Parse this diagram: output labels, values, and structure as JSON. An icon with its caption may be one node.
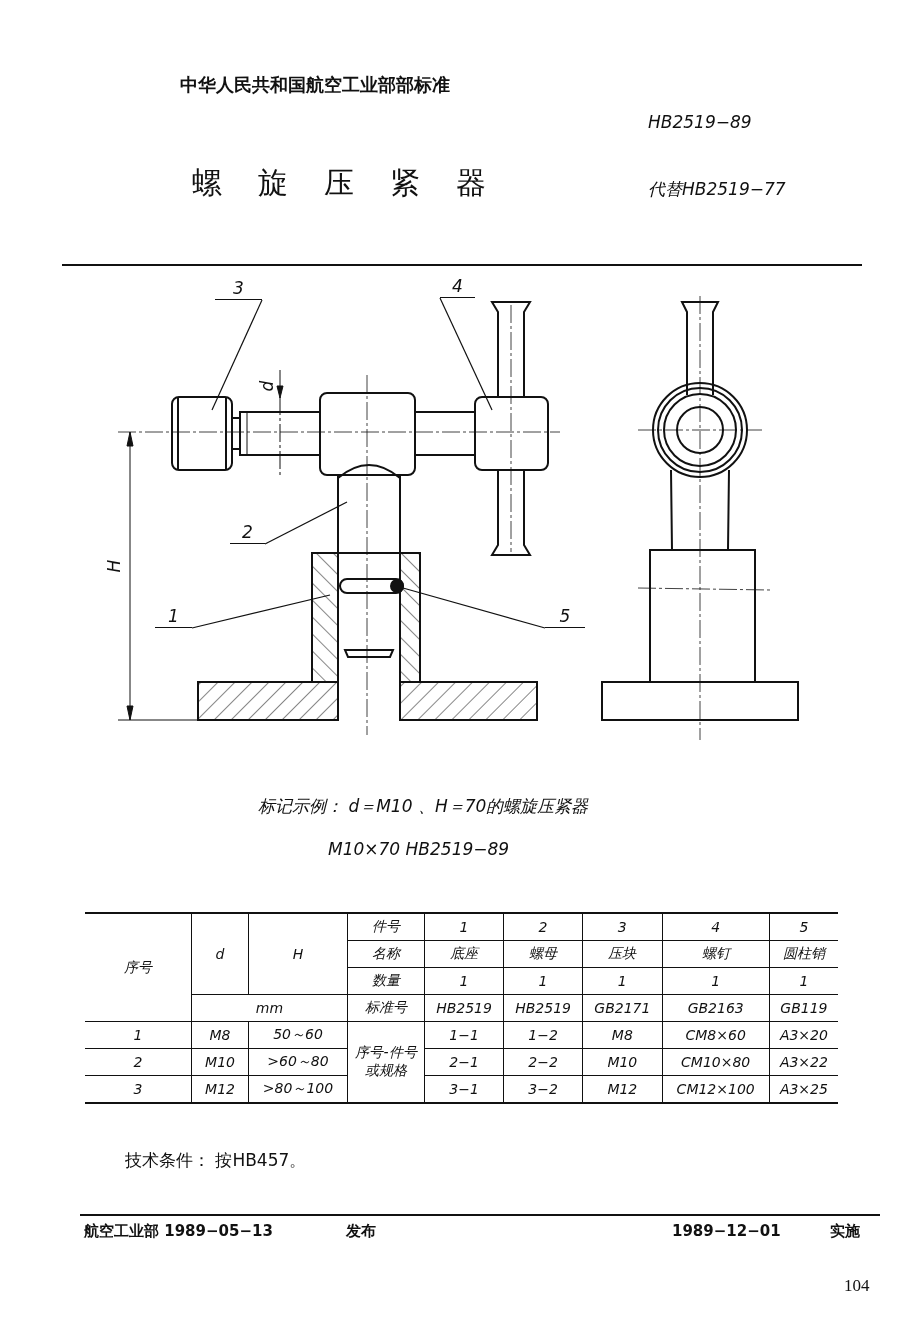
{
  "diagram": {
    "title": "螺旋压紧器",
    "nodes": [
      {
        "text": [
          "3"
        ]
      },
      {
        "text": [
          "4"
        ]
      },
      {
        "text": [
          "2"
        ]
      },
      {
        "text": [
          "1"
        ]
      },
      {
        "text": [
          "5"
        ]
      },
      {
        "text": [],
        "shape": "picture"
      },
      {
        "text": [],
        "shape": "picture"
      },
      {
        "text": [],
        "shape": "picture"
      },
      {
        "text": [],
        "shape": "picture"
      },
      {
        "text": [],
        "shape": "picture"
      }
    ],
    "edges": [
      {
        "from": 0,
        "to": 5,
        "arrow": "none"
      },
      {
        "from": 1,
        "to": 6,
        "arrow": "none"
      },
      {
        "from": 2,
        "to": 7,
        "arrow": "none"
      },
      {
        "from": 3,
        "to": 8,
        "arrow": "none"
      },
      {
        "from": 4,
        "to": 9,
        "arrow": "none"
      }
    ],
    "labels": [
      "中华人民共和国航空工业部部标准",
      "HB2519−89",
      "代替HB2519−77",
      "d",
      "H",
      "标记示例： d＝M10 、H＝70的螺旋压紧器",
      "M10×70 HB2519−89",
      "序号",
      "d",
      "H",
      "件号",
      "1",
      "2",
      "3",
      "4",
      "5",
      "名称",
      "底座",
      "螺母",
      "压块",
      "螺钉",
      "圆柱销",
      "数量",
      "1",
      "1",
      "1",
      "1",
      "1",
      "mm",
      "标准号",
      "HB2519",
      "HB2519",
      "GB2171",
      "GB2163",
      "GB119",
      "1",
      "M8",
      "50～60",
      "序号-件号或规格",
      "1−1",
      "1−2",
      "M8",
      "CM8×60",
      "A3×20",
      "2",
      "M10",
      ">60～80",
      "2−1",
      "2−2",
      "M10",
      "CM10×80",
      "A3×22",
      "3",
      "M12",
      ">80～100",
      "3−1",
      "3−2",
      "M12",
      "CM12×100",
      "A3×25",
      "技术条件： 按HB457。",
      "航空工业部 1989−05−13",
      "发布",
      "1989−12−01",
      "实施",
      "104"
    ]
  }
}
